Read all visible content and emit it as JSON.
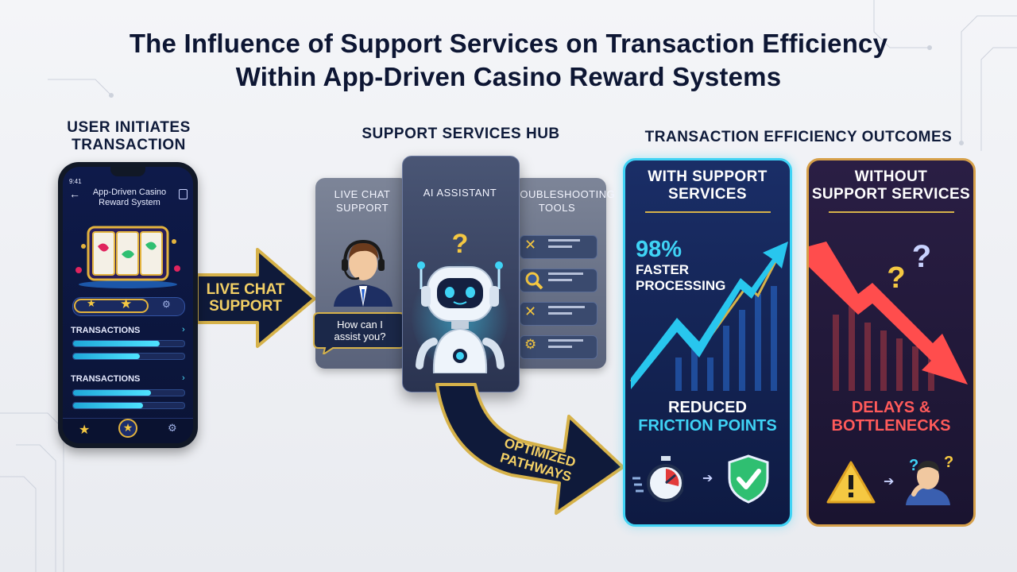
{
  "title_line1": "The Influence of Support Services on Transaction Efficiency",
  "title_line2": "Within App-Driven Casino Reward Systems",
  "sections": {
    "user": "USER INITIATES\nTRANSACTION",
    "hub": "SUPPORT SERVICES HUB",
    "outcomes": "TRANSACTION EFFICIENCY OUTCOMES"
  },
  "phone": {
    "app_title": "App-Driven Casino\nReward System",
    "list_label_1": "TRANSACTIONS",
    "list_label_2": "TRANSACTIONS",
    "progress": [
      0.78,
      0.6,
      0.7,
      0.63
    ]
  },
  "arrow_live_chat": "LIVE CHAT\nSUPPORT",
  "hub": {
    "live_chat": "LIVE CHAT\nSUPPORT",
    "ai_assistant": "AI ASSISTANT",
    "troubleshooting": "TROUBLESHOOTING\nTOOLS",
    "chat_bubble": "How can I\nassist you?"
  },
  "arrow_pathways": "OPTIMIZED\nPATHWAYS",
  "with_support": {
    "title": "WITH SUPPORT\nSERVICES",
    "stat": "98%",
    "stat_label": "FASTER\nPROCESSING",
    "result_line1": "REDUCED",
    "result_line2": "FRICTION POINTS"
  },
  "without_support": {
    "title": "WITHOUT\nSUPPORT SERVICES",
    "result_line1": "DELAYS &",
    "result_line2": "BOTTLENECKS"
  },
  "colors": {
    "navy": "#0f1b3a",
    "cyan": "#3fd3f5",
    "gold": "#d6b24a",
    "red": "#ff4d4d"
  },
  "icons": [
    "star-icon",
    "headset-agent-icon",
    "robot-icon",
    "question-mark-icon",
    "wrench-icon",
    "magnifier-icon",
    "settings-icon",
    "trend-up-icon",
    "trend-down-icon",
    "stopwatch-icon",
    "shield-check-icon",
    "warning-icon",
    "confused-person-icon"
  ]
}
